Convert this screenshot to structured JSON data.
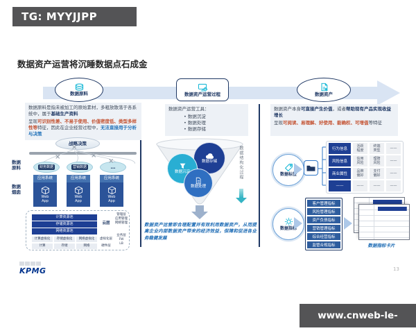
{
  "banners": {
    "top": "TG: MYYJJPP",
    "bottom": "www.cnweb-le-yu.com"
  },
  "slide": {
    "title": "数据资产运营将沉睡数据点石成金",
    "page_number": "13",
    "logo_text": "KPMG"
  },
  "colors": {
    "accent_navy": "#1f3864",
    "accent_cyan": "#00b1d2",
    "band_blue": "#d9e4f3",
    "highlight_red": "#c3502f",
    "highlight_blue": "#2272b9"
  },
  "icons": {
    "raw_header": "database-icon",
    "process_header": "monitor-gear-icon",
    "asset_header": "document-icon",
    "deposit": "funnel-icon",
    "storage": "cloud-database-icon",
    "processing": "file-icon",
    "app": "cube-icon",
    "tag": "tag-icon",
    "indicator": "gear-icon",
    "folder": "folder-edit-icon"
  },
  "sections": {
    "raw": {
      "header": "数据原料",
      "p1_a": "数据原料是指未被加工的原始素材，多粗放散落于各系统中，属于",
      "p1_b": "基础生产资料",
      "p2_a": "呈现",
      "p2_red": "可识别性差、不易于使用、价值密度低、类型多样性等",
      "p2_b": "特征，因此在企业经营过程中，",
      "p2_blue": "无法直接用于分析与决策"
    },
    "process": {
      "header": "数据资产运营过程",
      "tools_title": "数据资产运营工具：",
      "tools": [
        "数据沉淀",
        "数据处理",
        "数据存储"
      ]
    },
    "asset": {
      "header": "数据资产",
      "p1_a": "数据资产本身",
      "p1_b": "可直接产生价值",
      "p1_c": "，或者",
      "p1_d": "帮助现有产品实现收益增长",
      "p2_a": "呈现",
      "p2_red": "可阅读、易理解、好使用、能确权、可增值",
      "p2_b": "等特征"
    }
  },
  "left_diagram": {
    "strategy": "战略决策",
    "raw_label": "数据原料",
    "silo_label": "数据烟囱",
    "bubbles": [
      "财务数据",
      "营销数据",
      "…"
    ],
    "app_header": "应用系统",
    "app_line1": "Web",
    "app_line2": "App",
    "pool_bars": [
      "计算资源池",
      "存储资源池",
      "网络资源池"
    ],
    "cloud_label": "云层",
    "mgmt_lines": [
      "管理层",
      "应用管理",
      "网络管理"
    ],
    "virt_cells": [
      "计算虚拟化",
      "存储虚拟化",
      "网络虚拟化"
    ],
    "virt_layer": "虚拟化层",
    "hw_cells": [
      "计算",
      "存储",
      "网络"
    ],
    "hw_layer": "硬件层",
    "biz_lines": [
      "业务层",
      "FW",
      "LB"
    ]
  },
  "middle_diagram": {
    "circles": [
      {
        "label": "数据沉淀"
      },
      {
        "label": "数据存储"
      },
      {
        "label": "数据处理"
      }
    ],
    "side_label": "数据结构化过程",
    "summary": "数据资产运营即合理配置并有效利用数据资产，从而提高企业内部数据资产带来的经济效益，保障和促进各业务稳健发展"
  },
  "right_diagram": {
    "tag_circle": "数据标签",
    "table": [
      [
        "行为信息",
        "活跃程度",
        "终端类型",
        "——"
      ],
      [
        "风险信息",
        "信用风险",
        "理赔风险",
        "——"
      ],
      [
        "商业属性",
        "品牌偏好",
        "支付偏好",
        "——"
      ],
      [
        "——",
        "——",
        "——",
        "——"
      ]
    ],
    "indicator_circle": "数据指标",
    "indicator_rows": [
      "客户管理指标",
      "风险管理指标",
      "资产负债指标",
      "营销管理指标",
      "综合经营指标",
      "监管合规指标"
    ],
    "cards_caption": "数据指标卡片"
  }
}
